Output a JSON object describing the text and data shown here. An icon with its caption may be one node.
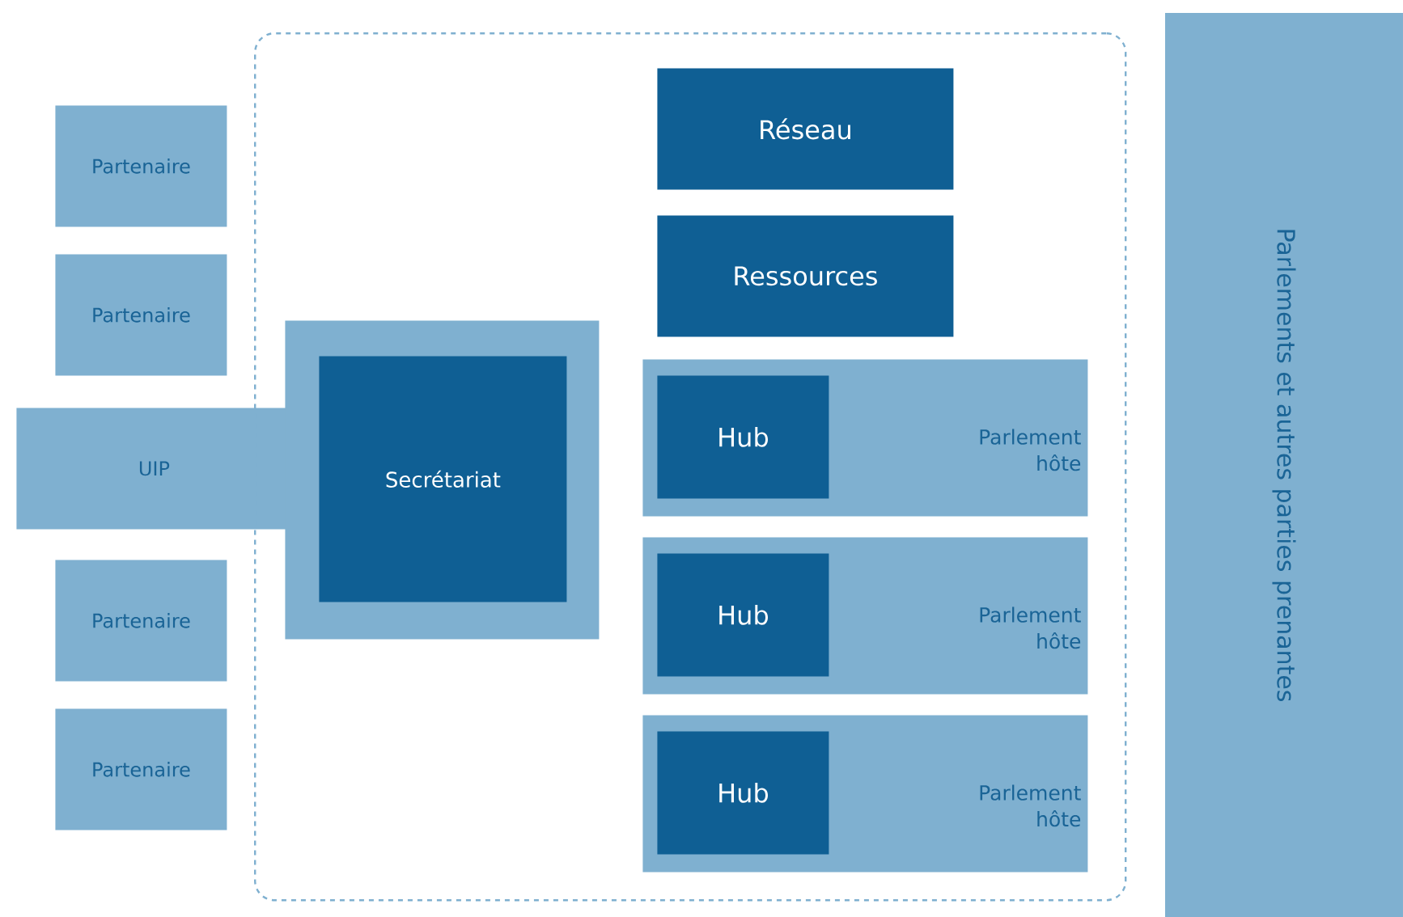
{
  "diagram": {
    "nodes": [
      {
        "text": [
          "Partenaire"
        ]
      },
      {
        "text": [
          "Partenaire"
        ]
      },
      {
        "text": [
          "UIP"
        ]
      },
      {
        "text": [
          "Partenaire"
        ]
      },
      {
        "text": [
          "Partenaire"
        ]
      },
      {
        "text": [],
        "shape": "box"
      },
      {
        "text": [],
        "shape": "box",
        "in": 5
      },
      {
        "text": [
          "Secrétariat"
        ],
        "in": 6
      },
      {
        "text": [
          "Réseau"
        ],
        "in": 5
      },
      {
        "text": [
          "Ressources"
        ],
        "in": 5
      },
      {
        "text": [
          "Parlement hôte"
        ],
        "in": 5
      },
      {
        "text": [
          "Hub"
        ],
        "in": 10
      },
      {
        "text": [
          "Parlement hôte"
        ],
        "in": 5
      },
      {
        "text": [
          "Hub"
        ],
        "in": 12
      },
      {
        "text": [
          "Parlement hôte"
        ],
        "in": 5
      },
      {
        "text": [
          "Hub"
        ],
        "in": 14
      },
      {
        "text": [
          "Parlements et autres parties prenantes"
        ]
      }
    ]
  }
}
